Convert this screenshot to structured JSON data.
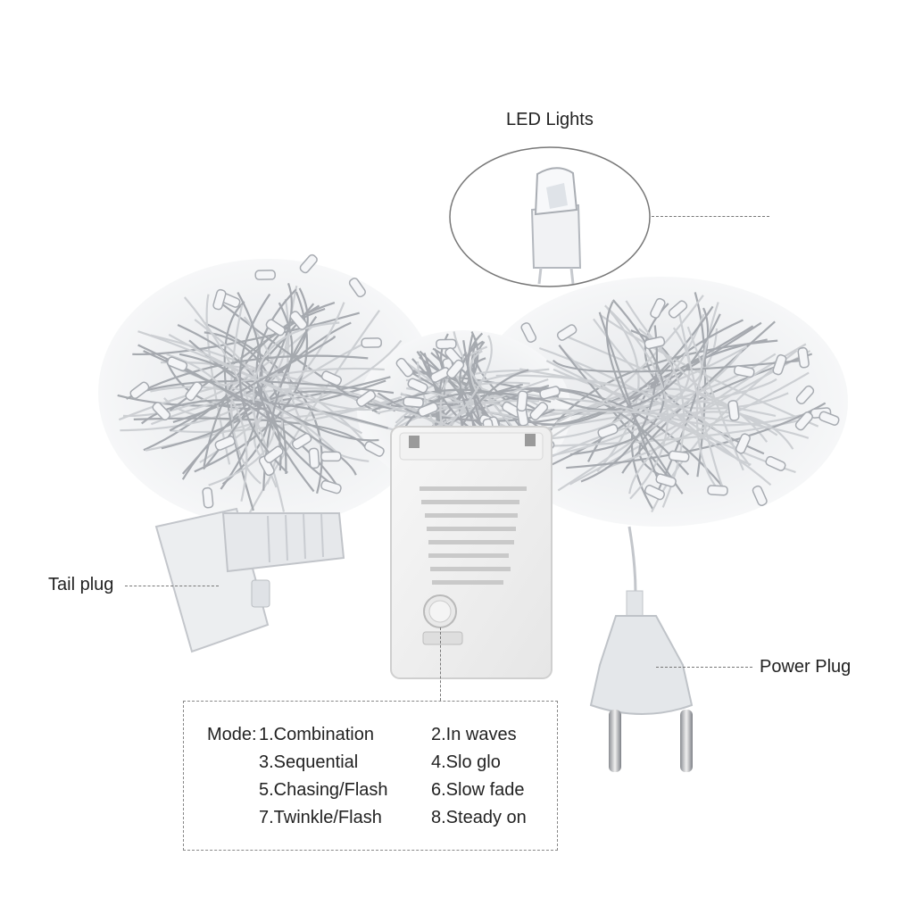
{
  "callouts": {
    "led_lights": "LED Lights",
    "tail_plug": "Tail plug",
    "power_plug": "Power Plug"
  },
  "modes": {
    "prefix": "Mode:",
    "items": [
      "1.Combination",
      "2.In waves",
      "3.Sequential",
      "4.Slo glo",
      "5.Chasing/Flash",
      "6.Slow fade",
      "7.Twinkle/Flash",
      "8.Steady on"
    ]
  },
  "colors": {
    "wire": "#c9ccd0",
    "wire_dark": "#9ea2a8",
    "controller": "#f1f1f1",
    "background": "#ffffff"
  }
}
